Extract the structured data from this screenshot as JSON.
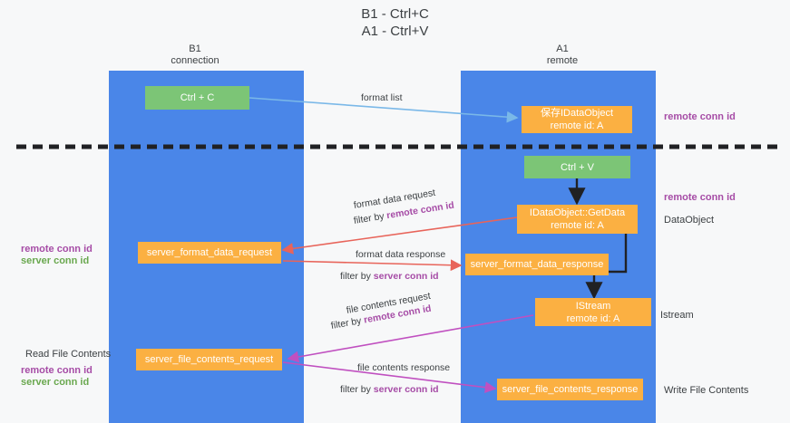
{
  "title": {
    "line1": "B1 - Ctrl+C",
    "line2": "A1 - Ctrl+V"
  },
  "columns": [
    {
      "name": "B1",
      "sub": "connection"
    },
    {
      "name": "A1",
      "sub": "remote"
    }
  ],
  "nodes": {
    "ctrl_c": "Ctrl + C",
    "save_dataobject_l1": "保存IDataObject",
    "save_dataobject_l2": "remote id: A",
    "ctrl_v": "Ctrl + V",
    "getdata_l1": "IDataObject::GetData",
    "getdata_l2": "remote id: A",
    "server_format_data_request": "server_format_data_request",
    "server_format_data_response": "server_format_data_response",
    "istream_l1": "IStream",
    "istream_l2": "remote id: A",
    "server_file_contents_request": "server_file_contents_request",
    "server_file_contents_response": "server_file_contents_response"
  },
  "edges": {
    "format_list": "format list",
    "format_data_request": "format data request",
    "format_data_request_filter_pre": "filter by ",
    "format_data_request_filter_key": "remote conn id",
    "format_data_response": "format data response",
    "format_data_response_filter_pre": "filter by ",
    "format_data_response_filter_key": "server conn id",
    "file_contents_request": "file contents request",
    "file_contents_request_filter_pre": "filter by ",
    "file_contents_request_filter_key": "remote conn id",
    "file_contents_response": "file contents response",
    "file_contents_response_filter_pre": "filter by ",
    "file_contents_response_filter_key": "server conn id"
  },
  "annotations": {
    "right_remote_conn_id_top": "remote conn id",
    "right_remote_conn_id_mid": "remote conn id",
    "right_dataobject": "DataObject",
    "right_istream": "Istream",
    "right_write_file_contents": "Write File Contents",
    "left_remote_conn_id_mid": "remote conn id",
    "left_server_conn_id_mid": "server conn id",
    "left_read_file_contents": "Read File Contents",
    "left_remote_conn_id_bottom": "remote conn id",
    "left_server_conn_id_bottom": "server conn id"
  },
  "colors": {
    "lane": "#4a86e8",
    "green_node": "#7cc576",
    "orange_node": "#fbb042",
    "purple": "#a64ca6",
    "green_text": "#6aa84f",
    "arrow_blue": "#7ab8e8",
    "arrow_red": "#e8645a",
    "arrow_magenta": "#c050c0",
    "arrow_black": "#202124",
    "divider": "#202124",
    "background": "#f7f8f9"
  }
}
